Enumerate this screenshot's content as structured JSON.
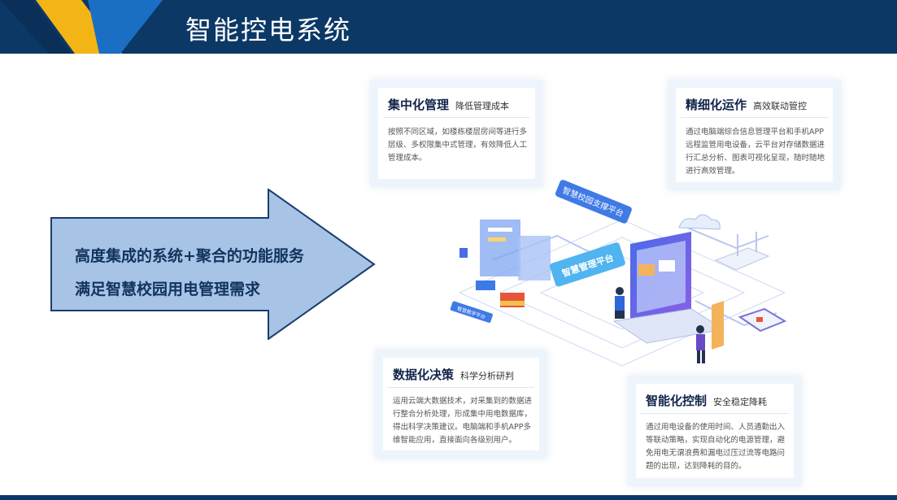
{
  "header": {
    "title": "智能控电系统"
  },
  "arrow": {
    "line1": "高度集成的系统+聚合的功能服务",
    "line2": "满足智慧校园用电管理需求"
  },
  "cards": [
    {
      "title": "集中化管理",
      "subtitle": "降低管理成本",
      "body": "按照不同区域，如楼栋楼层房间等进行多层级、多权限集中式管理，有效降低人工管理成本。"
    },
    {
      "title": "精细化运作",
      "subtitle": "高效联动管控",
      "body": "通过电脑端综合信息管理平台和手机APP远程监管用电设备，云平台对存储数据进行汇总分析、图表可视化呈现，随时随地进行高效管理。"
    },
    {
      "title": "数据化决策",
      "subtitle": "科学分析研判",
      "body": "运用云端大数据技术，对采集到的数据进行整合分析处理，形成集中用电数据库，得出科学决策建议。电脑端和手机APP多维智能应用，直接面向各级别用户。"
    },
    {
      "title": "智能化控制",
      "subtitle": "安全稳定降耗",
      "body": "通过用电设备的使用时间、人员通勤出入等联动策略，实现自动化的电源管理，避免用电无谓浪费和漏电过压过流等电路问题的出现，达到降耗的目的。"
    }
  ],
  "illustration": {
    "sign1": "智慧校园支撑平台",
    "sign2": "智慧管理平台",
    "sign3": "智慧数字平台"
  },
  "colors": {
    "header": "#0c3866",
    "accent_yellow": "#f3b515",
    "accent_blue": "#1a6fc4",
    "arrow_fill": "#a7c4e6",
    "arrow_stroke": "#1c3d6b"
  }
}
